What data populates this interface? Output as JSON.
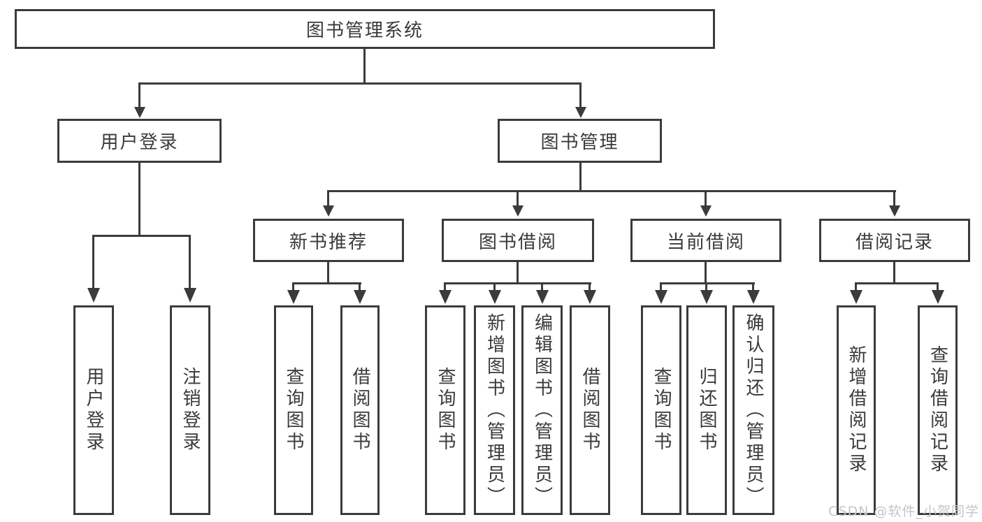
{
  "diagram": {
    "root": {
      "label": "图书管理系统"
    },
    "branches": [
      {
        "label": "用户登录",
        "children": [
          {
            "label": "用户登录"
          },
          {
            "label": "注销登录"
          }
        ]
      },
      {
        "label": "图书管理",
        "children": [
          {
            "label": "新书推荐",
            "children": [
              {
                "label": "查询图书"
              },
              {
                "label": "借阅图书"
              }
            ]
          },
          {
            "label": "图书借阅",
            "children": [
              {
                "label": "查询图书"
              },
              {
                "label": "新增图书（管理员）"
              },
              {
                "label": "编辑图书（管理员）"
              },
              {
                "label": "借阅图书"
              }
            ]
          },
          {
            "label": "当前借阅",
            "children": [
              {
                "label": "查询图书"
              },
              {
                "label": "归还图书"
              },
              {
                "label": "确认归还（管理员）"
              }
            ]
          },
          {
            "label": "借阅记录",
            "children": [
              {
                "label": "新增借阅记录"
              },
              {
                "label": "查询借阅记录"
              }
            ]
          }
        ]
      }
    ],
    "watermark": "CSDN @软件_小贺同学",
    "colors": {
      "line": "#3b3b3b",
      "text": "#3a3a3a",
      "background": "#ffffff",
      "watermark": "#c2c6ca"
    }
  }
}
